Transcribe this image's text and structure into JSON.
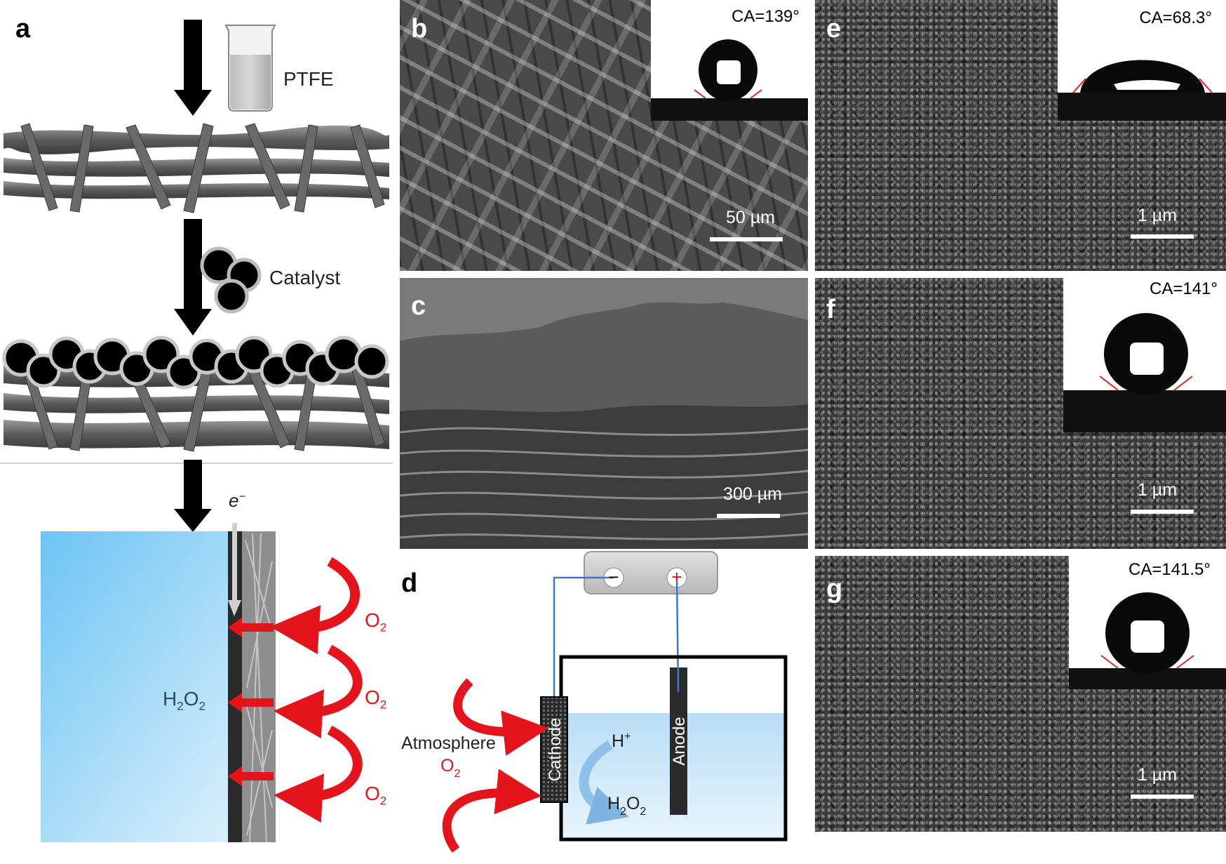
{
  "panels": {
    "a": {
      "label": "a",
      "ptfe_label": "PTFE",
      "catalyst_label": "Catalyst",
      "electron_label": "e",
      "electron_sup": "−",
      "h2o2_label": [
        "H",
        "2",
        "O",
        "2"
      ],
      "o2_labels": [
        [
          "O",
          "2"
        ],
        [
          "O",
          "2"
        ],
        [
          "O",
          "2"
        ]
      ]
    },
    "b": {
      "label": "b",
      "ca": "CA=139°",
      "scale": "50 µm"
    },
    "c": {
      "label": "c",
      "scale": "300 µm"
    },
    "d": {
      "label": "d",
      "minus": "−",
      "plus": "+",
      "cathode": "Cathode",
      "anode": "Anode",
      "atmosphere": "Atmosphere",
      "o2": [
        "O",
        "2"
      ],
      "hplus": [
        "H",
        "+"
      ],
      "h2o2": [
        "H",
        "2",
        "O",
        "2"
      ]
    },
    "e": {
      "label": "e",
      "ca": "CA=68.3°",
      "scale": "1 µm"
    },
    "f": {
      "label": "f",
      "ca": "CA=141°",
      "scale": "1 µm"
    },
    "g": {
      "label": "g",
      "ca": "CA=141.5°",
      "scale": "1 µm"
    }
  },
  "colors": {
    "arrow_red": "#e3141b",
    "electrolyte_blue": "#7fc8f2",
    "wire_blue": "#3a78c9",
    "text_red": "#e3141b"
  }
}
